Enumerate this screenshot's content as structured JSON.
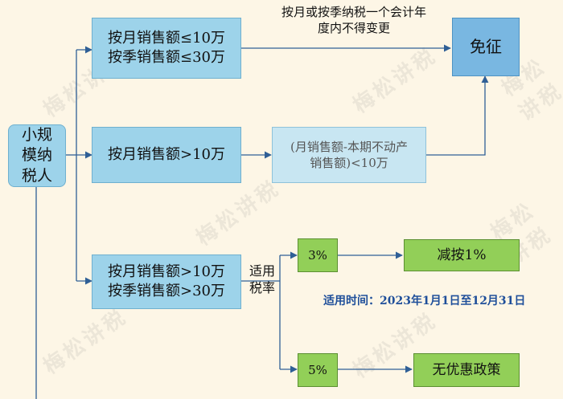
{
  "root": {
    "lines": [
      "小规",
      "模纳",
      "税人"
    ]
  },
  "branch1": {
    "lines": [
      "按月销售额≤10万",
      "按季销售额≤30万"
    ]
  },
  "branch2": {
    "label": "按月销售额>10万"
  },
  "condition": {
    "lines": [
      "(月销售额-本期不动产",
      "销售额)<10万"
    ]
  },
  "branch3": {
    "lines": [
      "按月销售额>10万",
      "按季销售额>30万"
    ]
  },
  "exempt": {
    "label": "免征"
  },
  "exempt_note": {
    "lines": [
      "按月或按季纳税一个会计年",
      "度内不得变更"
    ]
  },
  "rate_label": {
    "lines": [
      "适用",
      "税率"
    ]
  },
  "rate3": {
    "label": "3%"
  },
  "rate5": {
    "label": "5%"
  },
  "reduce": {
    "label": "减按1%"
  },
  "no_policy": {
    "label": "无优惠政策"
  },
  "period_note": {
    "label": "适用时间：2023年1月1日至12月31日"
  },
  "watermark": {
    "text": "梅松讲税"
  },
  "colors": {
    "box_blue": "#9dd3ea",
    "box_dark": "#79b7e1",
    "box_green": "#92cf58",
    "line": "#2f5f96",
    "note_blue": "#1f4f9a",
    "background": "#fdf6e6"
  }
}
